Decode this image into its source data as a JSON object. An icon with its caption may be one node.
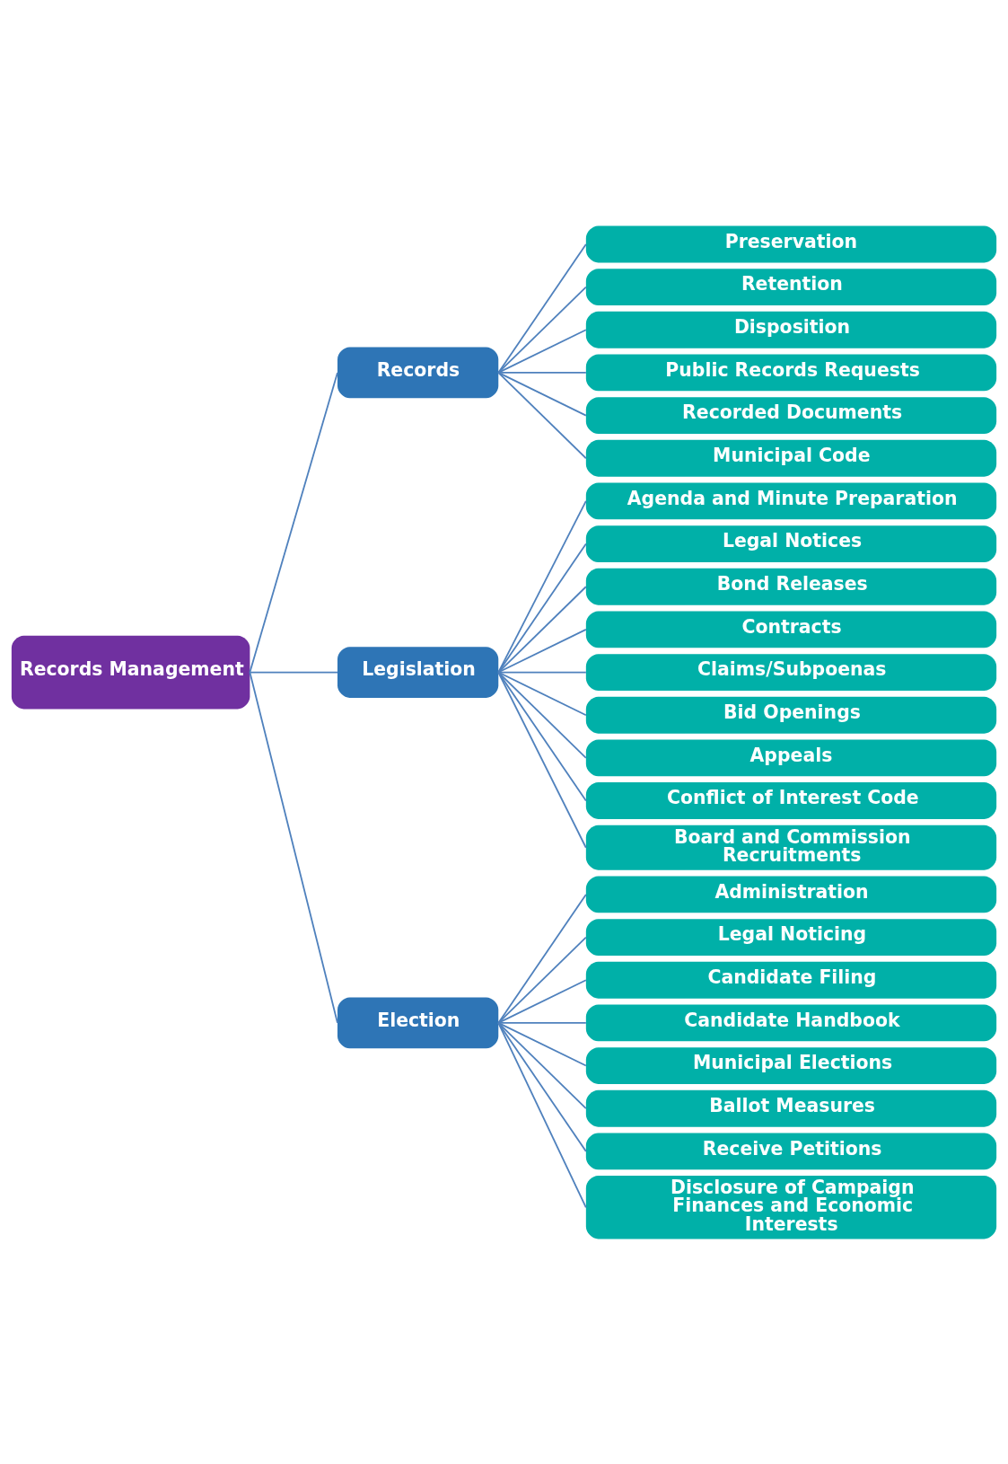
{
  "diagram": {
    "nodes": [
      {
        "text": [
          "Records Management"
        ]
      },
      {
        "text": [
          "Records"
        ]
      },
      {
        "text": [
          "Preservation"
        ]
      },
      {
        "text": [
          "Retention"
        ]
      },
      {
        "text": [
          "Disposition"
        ]
      },
      {
        "text": [
          "Public Records Requests"
        ]
      },
      {
        "text": [
          "Recorded Documents"
        ]
      },
      {
        "text": [
          "Municipal Code"
        ]
      },
      {
        "text": [
          "Legislation"
        ]
      },
      {
        "text": [
          "Agenda and Minute Preparation"
        ]
      },
      {
        "text": [
          "Legal Notices"
        ]
      },
      {
        "text": [
          "Bond Releases"
        ]
      },
      {
        "text": [
          "Contracts"
        ]
      },
      {
        "text": [
          "Claims/Subpoenas"
        ]
      },
      {
        "text": [
          "Bid Openings"
        ]
      },
      {
        "text": [
          "Appeals"
        ]
      },
      {
        "text": [
          "Conflict of Interest Code"
        ]
      },
      {
        "text": [
          "Board and Commission Recruitments"
        ]
      },
      {
        "text": [
          "Election"
        ]
      },
      {
        "text": [
          "Administration"
        ]
      },
      {
        "text": [
          "Legal Noticing"
        ]
      },
      {
        "text": [
          "Candidate Filing"
        ]
      },
      {
        "text": [
          "Candidate Handbook"
        ]
      },
      {
        "text": [
          "Municipal Elections"
        ]
      },
      {
        "text": [
          "Ballot Measures"
        ]
      },
      {
        "text": [
          "Receive Petitions"
        ]
      },
      {
        "text": [
          "Disclosure of Campaign Finances and Economic Interests"
        ]
      }
    ],
    "edges": [
      {
        "from": 0,
        "to": 1,
        "arrow": "none"
      },
      {
        "from": 0,
        "to": 8,
        "arrow": "none"
      },
      {
        "from": 0,
        "to": 18,
        "arrow": "none"
      },
      {
        "from": 1,
        "to": 2,
        "arrow": "none"
      },
      {
        "from": 1,
        "to": 3,
        "arrow": "none"
      },
      {
        "from": 1,
        "to": 4,
        "arrow": "none"
      },
      {
        "from": 1,
        "to": 5,
        "arrow": "none"
      },
      {
        "from": 1,
        "to": 6,
        "arrow": "none"
      },
      {
        "from": 1,
        "to": 7,
        "arrow": "none"
      },
      {
        "from": 8,
        "to": 9,
        "arrow": "none"
      },
      {
        "from": 8,
        "to": 10,
        "arrow": "none"
      },
      {
        "from": 8,
        "to": 11,
        "arrow": "none"
      },
      {
        "from": 8,
        "to": 12,
        "arrow": "none"
      },
      {
        "from": 8,
        "to": 13,
        "arrow": "none"
      },
      {
        "from": 8,
        "to": 14,
        "arrow": "none"
      },
      {
        "from": 8,
        "to": 15,
        "arrow": "none"
      },
      {
        "from": 8,
        "to": 16,
        "arrow": "none"
      },
      {
        "from": 8,
        "to": 17,
        "arrow": "none"
      },
      {
        "from": 18,
        "to": 19,
        "arrow": "none"
      },
      {
        "from": 18,
        "to": 20,
        "arrow": "none"
      },
      {
        "from": 18,
        "to": 21,
        "arrow": "none"
      },
      {
        "from": 18,
        "to": 22,
        "arrow": "none"
      },
      {
        "from": 18,
        "to": 23,
        "arrow": "none"
      },
      {
        "from": 18,
        "to": 24,
        "arrow": "none"
      },
      {
        "from": 18,
        "to": 25,
        "arrow": "none"
      },
      {
        "from": 18,
        "to": 26,
        "arrow": "none"
      }
    ]
  }
}
